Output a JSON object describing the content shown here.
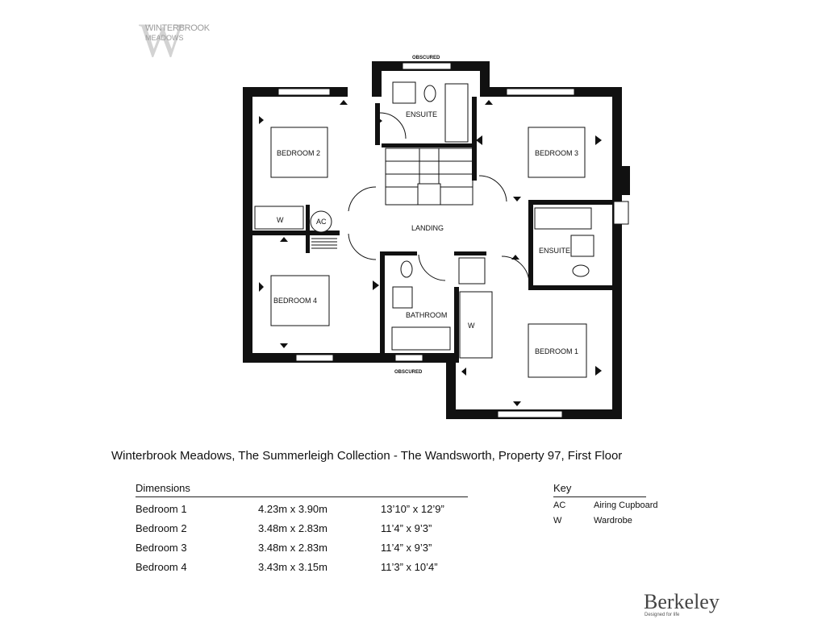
{
  "logo": {
    "text": "WINTERBROOK",
    "subtext": "MEADOWS",
    "letter": "W"
  },
  "plan": {
    "rooms": {
      "bedroom2": "BEDROOM 2",
      "bedroom3": "BEDROOM 3",
      "bedroom4": "BEDROOM 4",
      "bedroom1": "BEDROOM 1",
      "ensuite_top": "ENSUITE",
      "ensuite_right": "ENSUITE",
      "landing": "LANDING",
      "bathroom": "BATHROOM",
      "ac": "AC",
      "wardrobe_left": "W",
      "wardrobe_center": "W"
    },
    "obscured_top": "OBSCURED",
    "obscured_bottom": "OBSCURED"
  },
  "title": "Winterbrook Meadows, The Summerleigh Collection - The Wandsworth, Property 97, First Floor",
  "dimensions": {
    "heading": "Dimensions",
    "rows": [
      {
        "room": "Bedroom 1",
        "metric": "4.23m x 3.90m",
        "imperial": "13’10” x 12’9”"
      },
      {
        "room": "Bedroom 2",
        "metric": "3.48m x 2.83m",
        "imperial": "11’4” x 9’3”"
      },
      {
        "room": "Bedroom 3",
        "metric": "3.48m x 2.83m",
        "imperial": "11’4” x 9’3”"
      },
      {
        "room": "Bedroom 4",
        "metric": "3.43m x 3.15m",
        "imperial": "11’3” x 10’4”"
      }
    ]
  },
  "key": {
    "heading": "Key",
    "rows": [
      {
        "abbr": "AC",
        "meaning": "Airing Cupboard"
      },
      {
        "abbr": "W",
        "meaning": "Wardrobe"
      }
    ]
  },
  "brand": {
    "name": "Berkeley",
    "tagline": "Designed for life"
  }
}
